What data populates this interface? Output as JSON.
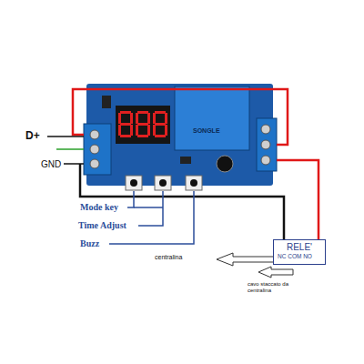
{
  "diagram": {
    "nodes": [
      {
        "text": [
          "RELE'",
          "NC COM NO"
        ]
      }
    ],
    "labels": [
      "D+",
      "GND",
      "Mode key",
      "Time Adjust",
      "Buzz",
      "centralina",
      "cavo staccato da centralina",
      "SONGLE"
    ]
  }
}
